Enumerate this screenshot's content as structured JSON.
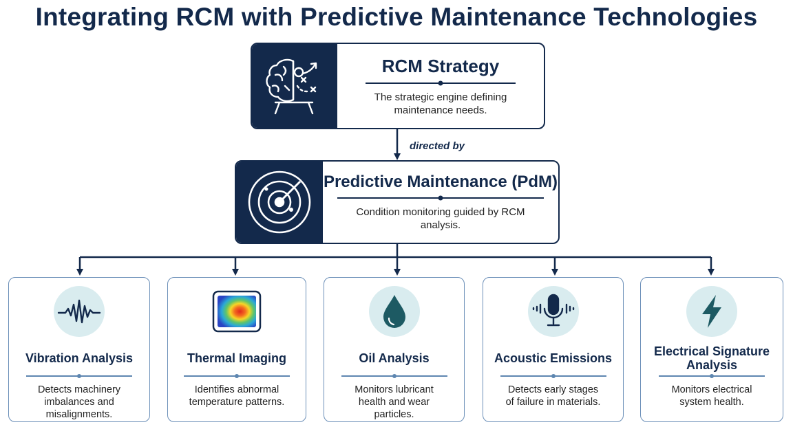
{
  "title": "Integrating RCM with Predictive Maintenance Technologies",
  "rcm": {
    "title": "RCM Strategy",
    "description": "The strategic engine defining maintenance needs.",
    "icon": "brain-strategy-icon"
  },
  "connector_label": "directed by",
  "pdm": {
    "title": "Predictive Maintenance (PdM)",
    "description": "Condition monitoring guided by RCM analysis.",
    "icon": "radar-icon"
  },
  "technologies": [
    {
      "title": "Vibration Analysis",
      "description": "Detects machinery imbalances and misalignments.",
      "icon": "waveform-icon"
    },
    {
      "title": "Thermal Imaging",
      "description": "Identifies abnormal temperature patterns.",
      "icon": "thermal-map-icon"
    },
    {
      "title": "Oil Analysis",
      "description": "Monitors lubricant health and wear particles.",
      "icon": "oil-drop-icon"
    },
    {
      "title": "Acoustic Emissions",
      "description": "Detects early stages of failure in materials.",
      "icon": "microphone-icon"
    },
    {
      "title": "Electrical Signature Analysis",
      "description": "Monitors electrical system health.",
      "icon": "lightning-bolt-icon"
    }
  ],
  "colors": {
    "navy": "#13294b",
    "card_border": "#6b8fb8",
    "icon_circle": "#d9ecef",
    "teal": "#1d5a63"
  }
}
